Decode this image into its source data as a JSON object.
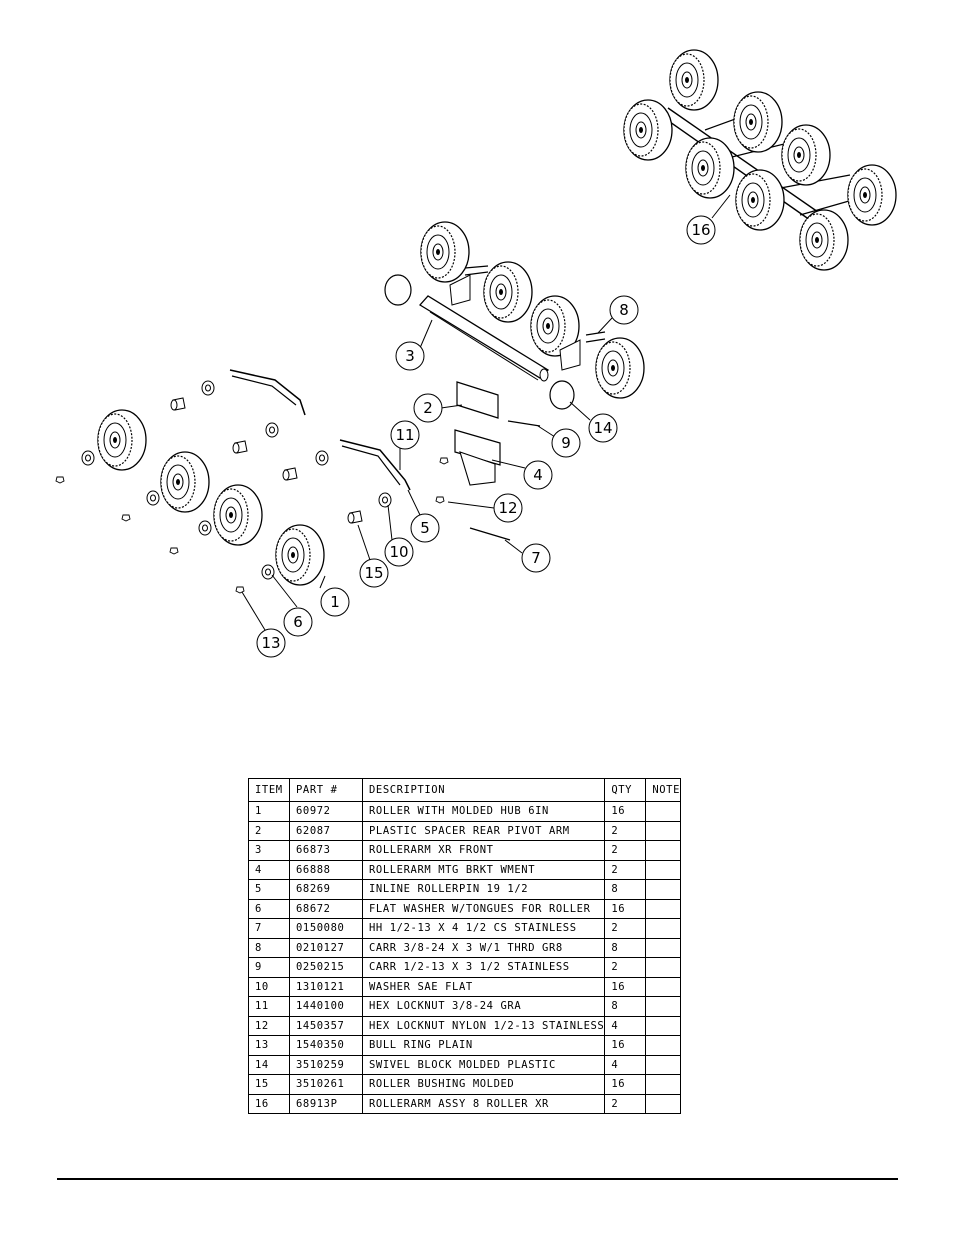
{
  "callouts": [
    "1",
    "2",
    "3",
    "4",
    "5",
    "6",
    "7",
    "8",
    "9",
    "10",
    "11",
    "12",
    "13",
    "14",
    "15",
    "16"
  ],
  "table": {
    "headers": [
      "ITEM",
      "PART #",
      "DESCRIPTION",
      "QTY",
      "NOTE"
    ],
    "rows": [
      {
        "item": "1",
        "part": "60972",
        "description": "ROLLER WITH MOLDED HUB  6IN",
        "qty": "16",
        "note": ""
      },
      {
        "item": "2",
        "part": "62087",
        "description": "PLASTIC SPACER REAR PIVOT ARM",
        "qty": "2",
        "note": ""
      },
      {
        "item": "3",
        "part": "66873",
        "description": "ROLLERARM XR FRONT",
        "qty": "2",
        "note": ""
      },
      {
        "item": "4",
        "part": "66888",
        "description": "ROLLERARM MTG BRKT WMENT",
        "qty": "2",
        "note": ""
      },
      {
        "item": "5",
        "part": "68269",
        "description": "INLINE ROLLERPIN 19 1/2",
        "qty": "8",
        "note": ""
      },
      {
        "item": "6",
        "part": "68672",
        "description": "FLAT WASHER W/TONGUES FOR ROLLER",
        "qty": "16",
        "note": ""
      },
      {
        "item": "7",
        "part": "0150080",
        "description": "HH 1/2-13 X 4 1/2 CS STAINLESS",
        "qty": "2",
        "note": ""
      },
      {
        "item": "8",
        "part": "0210127",
        "description": "CARR 3/8-24 X 3 W/1 THRD GR8",
        "qty": "8",
        "note": ""
      },
      {
        "item": "9",
        "part": "0250215",
        "description": "CARR 1/2-13 X 3 1/2 STAINLESS",
        "qty": "2",
        "note": ""
      },
      {
        "item": "10",
        "part": "1310121",
        "description": "WASHER SAE FLAT",
        "qty": "16",
        "note": ""
      },
      {
        "item": "11",
        "part": "1440100",
        "description": "HEX LOCKNUT 3/8-24 GRA",
        "qty": "8",
        "note": ""
      },
      {
        "item": "12",
        "part": "1450357",
        "description": "HEX LOCKNUT NYLON 1/2-13 STAINLESS",
        "qty": "4",
        "note": ""
      },
      {
        "item": "13",
        "part": "1540350",
        "description": "BULL RING PLAIN",
        "qty": "16",
        "note": ""
      },
      {
        "item": "14",
        "part": "3510259",
        "description": "SWIVEL BLOCK MOLDED PLASTIC",
        "qty": "4",
        "note": ""
      },
      {
        "item": "15",
        "part": "3510261",
        "description": "ROLLER BUSHING MOLDED",
        "qty": "16",
        "note": ""
      },
      {
        "item": "16",
        "part": "68913P",
        "description": "ROLLERARM ASSY 8 ROLLER XR",
        "qty": "2",
        "note": ""
      }
    ]
  }
}
